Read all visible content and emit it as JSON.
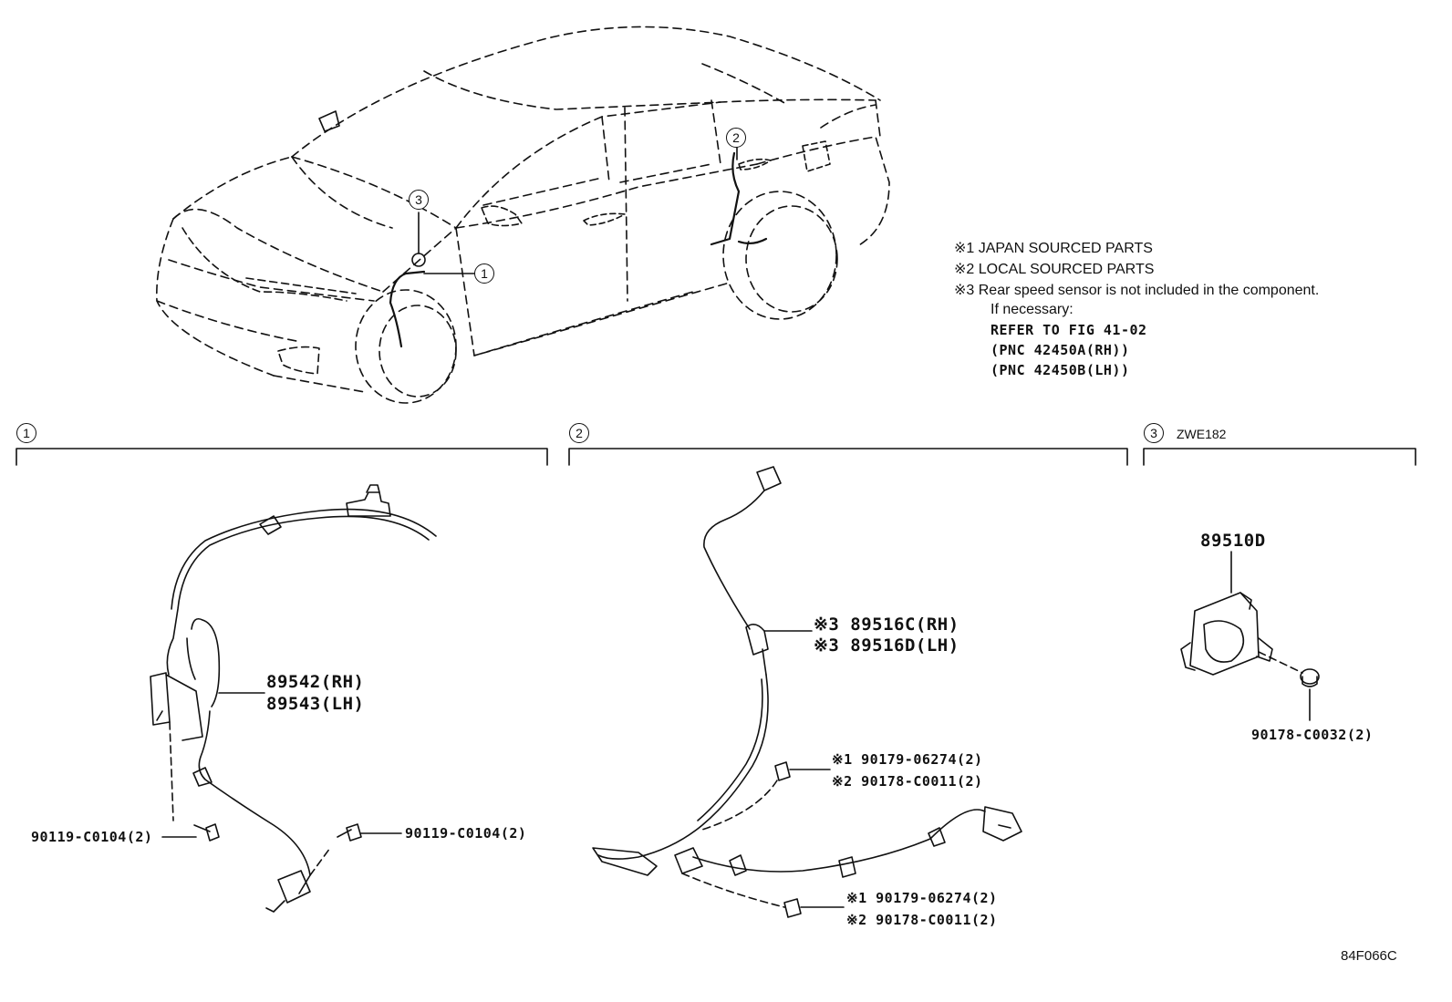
{
  "notes": [
    "※1 JAPAN SOURCED PARTS",
    "※2 LOCAL SOURCED PARTS",
    "※3 Rear speed sensor is not included in the component.",
    "If necessary:",
    "REFER TO FIG 41-02",
    "(PNC 42450A(RH))",
    "(PNC 42450B(LH))"
  ],
  "callouts": [
    "1",
    "2",
    "3"
  ],
  "sections": [
    {
      "number": "1",
      "tag": ""
    },
    {
      "number": "2",
      "tag": ""
    },
    {
      "number": "3",
      "tag": "ZWE182"
    }
  ],
  "parts": {
    "front_sensor_rh": "89542(RH)",
    "front_sensor_lh": "89543(LH)",
    "bolt_left": "90119-C0104(2)",
    "bolt_right": "90119-C0104(2)",
    "rear_sensor_rh": "※3 89516C(RH)",
    "rear_sensor_lh": "※3 89516D(LH)",
    "clip_upper_j": "※1 90179-06274(2)",
    "clip_upper_l": "※2 90178-C0011(2)",
    "clip_lower_j": "※1 90179-06274(2)",
    "clip_lower_l": "※2 90178-C0011(2)",
    "yaw_sensor": "89510D",
    "yaw_nut": "90178-C0032(2)"
  },
  "figure_code": "84F066C"
}
